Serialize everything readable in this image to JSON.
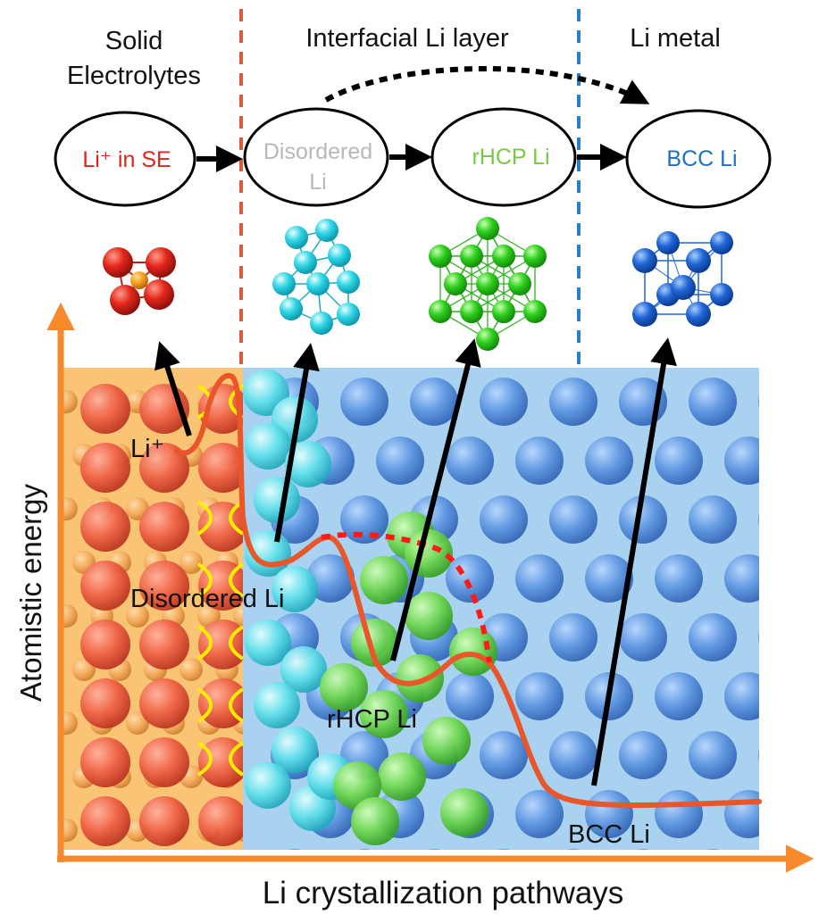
{
  "headers": {
    "solid_line1": "Solid",
    "solid_line2": "Electrolytes",
    "interfacial": "Interfacial Li layer",
    "metal": "Li metal"
  },
  "states": {
    "li_se": "Li⁺ in SE",
    "disordered_line1": "Disordered",
    "disordered_line2": "Li",
    "rhcp": "rHCP Li",
    "bcc": "BCC Li"
  },
  "curve_labels": {
    "li_ion": "Li⁺",
    "disordered": "Disordered Li",
    "rhcp": "rHCP Li",
    "bcc": "BCC Li"
  },
  "axes": {
    "y": "Atomistic energy",
    "x": "Li crystallization pathways"
  },
  "colors": {
    "li_se_text": "#e0241b",
    "disordered_text": "#b8b8b8",
    "rhcp_text": "#7ac943",
    "bcc_text": "#1f6fbf",
    "axis": "#f5892b",
    "curve": "#e8562a",
    "boundary_red": "#e05a3a",
    "boundary_blue": "#2a7fc8",
    "se_region": "#f9c474",
    "li_region": "#a8d2ef"
  }
}
